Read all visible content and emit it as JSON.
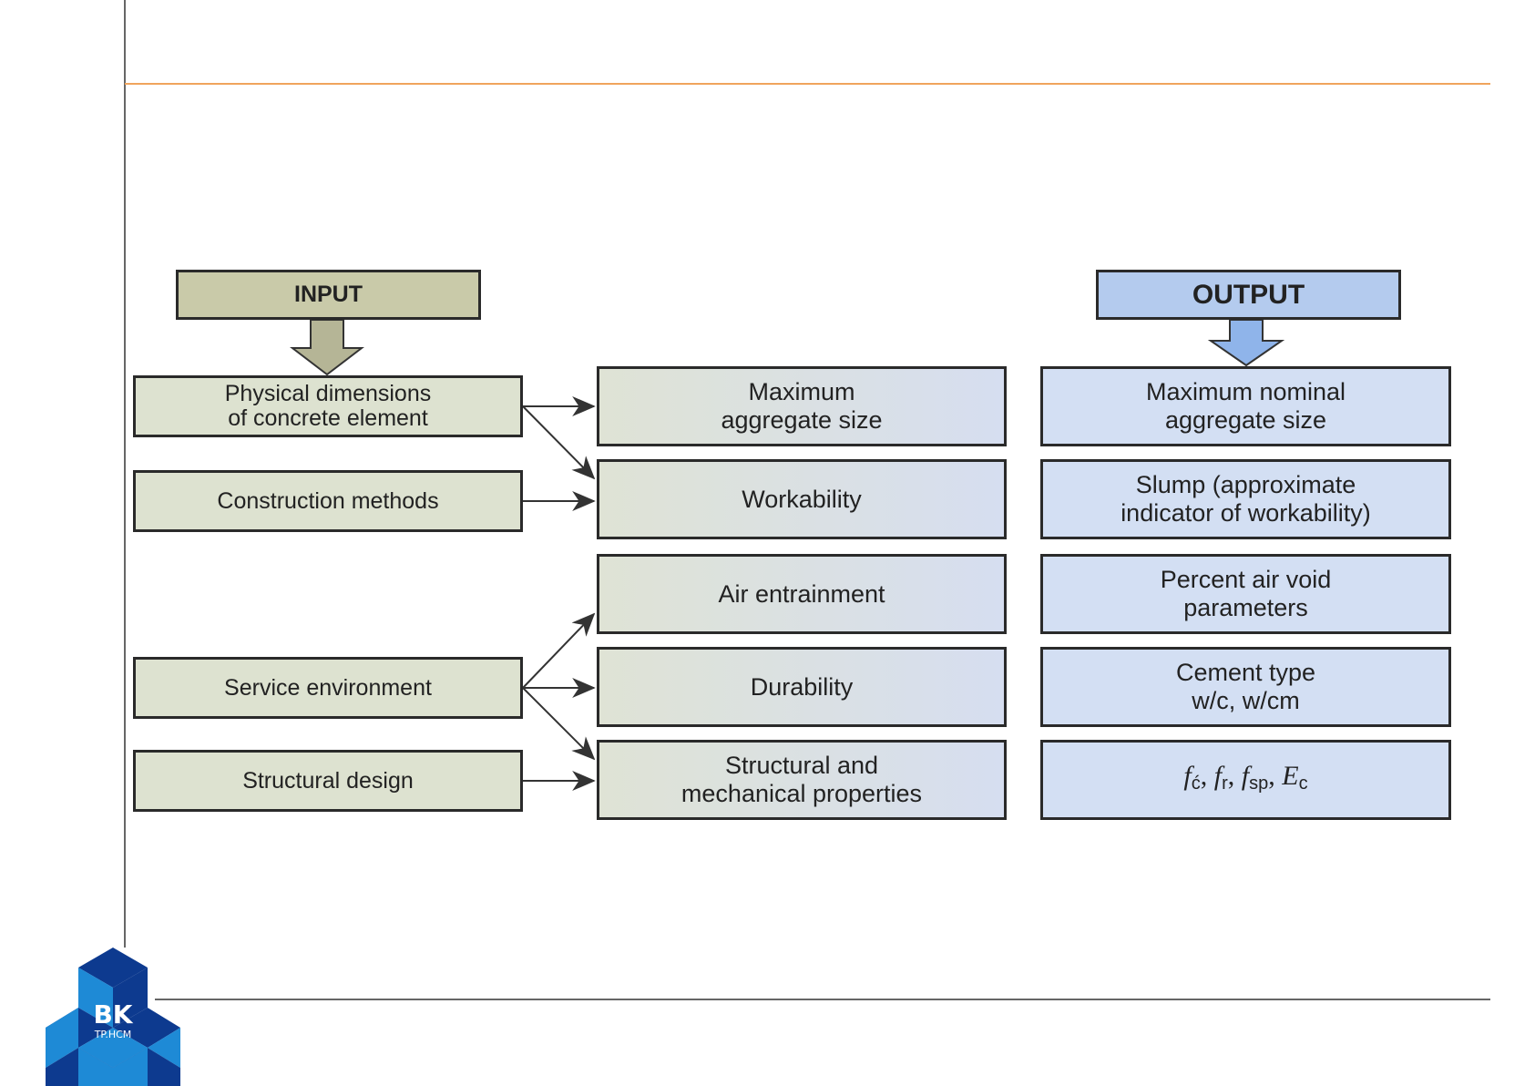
{
  "diagram": {
    "input_header": "INPUT",
    "output_header": "OUTPUT",
    "inputs": [
      "Physical dimensions\nof concrete element",
      "Construction methods",
      "Service environment",
      "Structural design"
    ],
    "factors": [
      "Maximum\naggregate size",
      "Workability",
      "Air entrainment",
      "Durability",
      "Structural and\nmechanical properties"
    ],
    "outputs": [
      "Maximum nominal\naggregate size",
      "Slump (approximate\nindicator of workability)",
      "Percent air void\nparameters",
      "Cement type\nw/c, w/cm"
    ],
    "output_formula": {
      "f1": "f",
      "s1": "ć",
      "f2": "f",
      "s2": "r",
      "f3": "f",
      "s3": "sp",
      "f4": "E",
      "s4": "c",
      "sep": ", "
    }
  },
  "logo": {
    "main": "BK",
    "sub": "TP.HCM"
  },
  "colors": {
    "accent_line": "#f0a45c",
    "input_header": "#c9caa9",
    "output_header": "#b4cbee",
    "input_box": "#dde2d0",
    "output_box": "#d3dff3",
    "logo_dark": "#0d3a8f",
    "logo_light": "#1e8ad6"
  }
}
